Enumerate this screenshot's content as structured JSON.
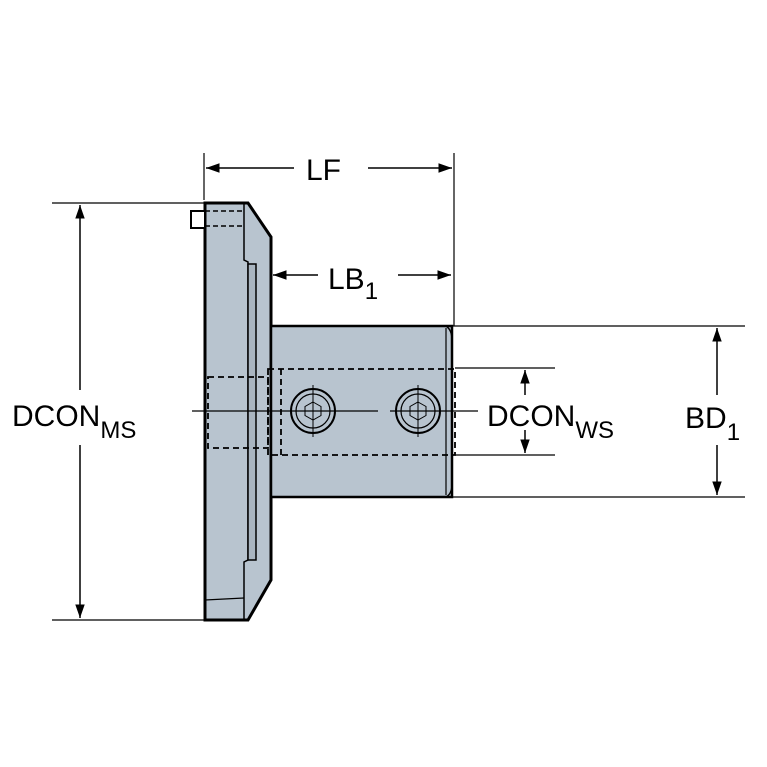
{
  "colors": {
    "body_fill": "#b8c4cf",
    "line": "#000000"
  },
  "dimensions": {
    "lf": {
      "main": "LF",
      "sub": ""
    },
    "lb1": {
      "main": "LB",
      "sub": "1"
    },
    "dcon_ms": {
      "main": "DCON",
      "sub": "MS"
    },
    "dcon_ws": {
      "main": "DCON",
      "sub": "WS"
    },
    "bd1": {
      "main": "BD",
      "sub": "1"
    }
  }
}
